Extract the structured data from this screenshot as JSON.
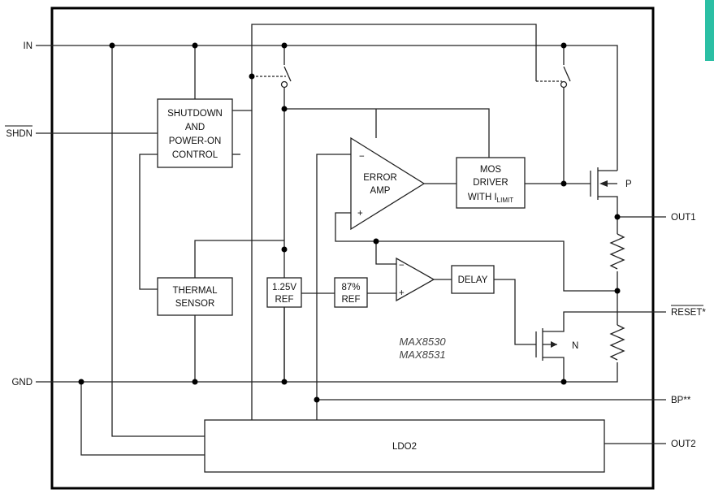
{
  "accent_color": "#2bbfa4",
  "pins": {
    "in": "IN",
    "shdn": "SHDN",
    "gnd": "GND",
    "out1": "OUT1",
    "reset": "RESET*",
    "bp": "BP**",
    "out2": "OUT2"
  },
  "blocks": {
    "shutdown": [
      "SHUTDOWN",
      "AND",
      "POWER-ON",
      "CONTROL"
    ],
    "error_amp": [
      "ERROR",
      "AMP"
    ],
    "mos_driver": [
      "MOS",
      "DRIVER"
    ],
    "mos_driver_limit": "WITH I",
    "mos_driver_limit_sub": "LIMIT",
    "thermal": [
      "THERMAL",
      "SENSOR"
    ],
    "ref_125": [
      "1.25V",
      "REF"
    ],
    "ref_87": [
      "87%",
      "REF"
    ],
    "delay": "DELAY",
    "ldo2": "LDO2"
  },
  "symbols": {
    "minus": "−",
    "plus": "+",
    "p_channel": "P",
    "n_channel": "N"
  },
  "part_numbers": [
    "MAX8530",
    "MAX8531"
  ]
}
